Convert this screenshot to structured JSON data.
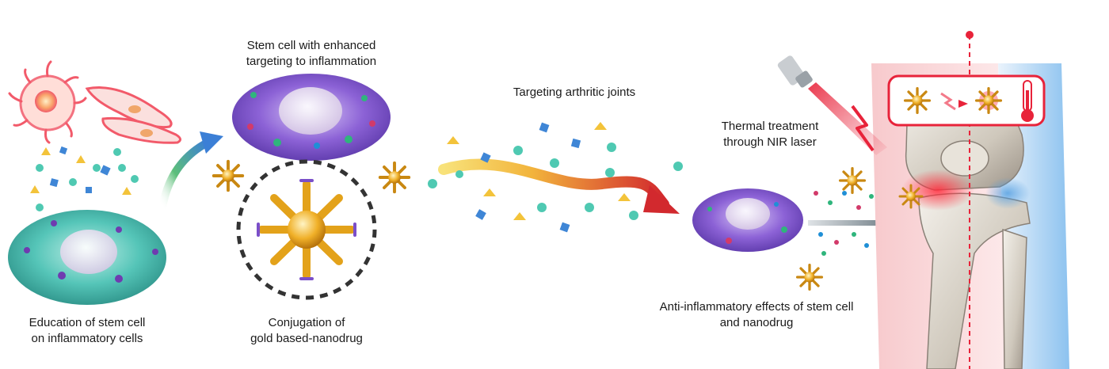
{
  "labels": {
    "education": [
      "Education of stem cell",
      "on inflammatory cells"
    ],
    "enhanced": [
      "Stem cell with enhanced",
      "targeting to inflammation"
    ],
    "conjugation": [
      "Conjugation of",
      "gold based-nanodrug"
    ],
    "targeting": "Targeting arthritic joints",
    "thermal": [
      "Thermal treatment",
      "through NIR laser"
    ],
    "anti": [
      "Anti-inflammatory effects of stem cell",
      "and nanodrug"
    ]
  },
  "colors": {
    "teal_cell": "#3fb9ad",
    "purple_cell": "#7a4fc9",
    "gold": "#e3a21a",
    "arrow_red": "#d63a2e",
    "arrow_yellow": "#f6d23c",
    "heat_red": "#e8233a",
    "cool_blue": "#5aa6e6",
    "laser_red": "#e8233a"
  },
  "icons": {
    "laser_device": "nir-laser-icon",
    "thermometer": "thermometer-icon",
    "lightning": "lightning-icon",
    "nanodrug": "gold-nanoparticle-icon",
    "knee": "knee-joint-icon"
  }
}
